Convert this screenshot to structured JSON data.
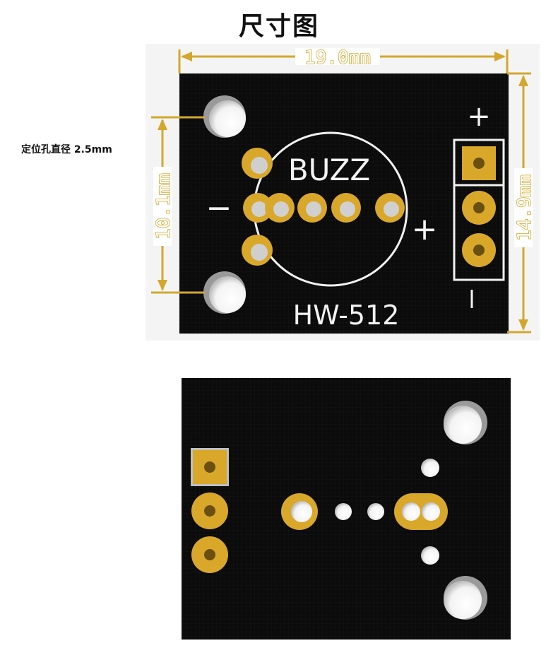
{
  "title": "尺寸图",
  "note": "定位孔直径 2.5mm",
  "dimensions": {
    "width": "19.0mm",
    "height_right": "14.9mm",
    "height_left": "10.1mm"
  },
  "silkscreen": {
    "buzz": "BUZZ",
    "model": "HW-512",
    "plus_top": "+",
    "plus_mid": "+",
    "minus_left": "−",
    "minus_bottom": "−"
  },
  "colors": {
    "board": "#0a0a0a",
    "copper": "#d9a82a",
    "dimension": "#d4a72c",
    "silk": "#f2f2f2"
  }
}
